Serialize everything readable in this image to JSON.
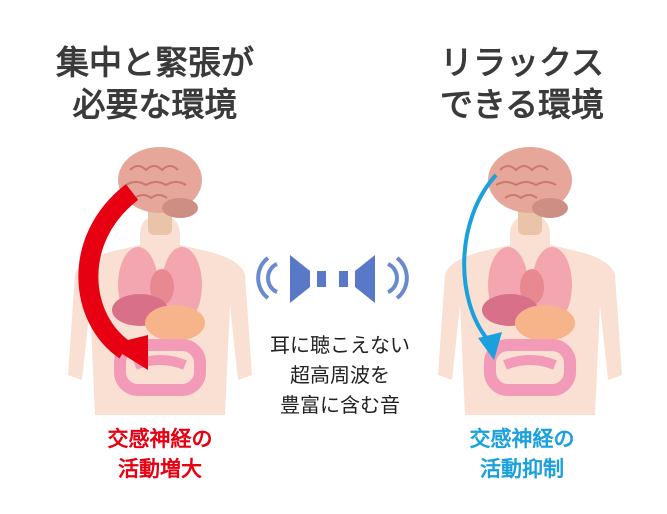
{
  "left": {
    "title_lines": [
      "集中と緊張が",
      "必要な環境"
    ],
    "label_lines": [
      "交感神経の",
      "活動増大"
    ],
    "color": "#e60012"
  },
  "right": {
    "title_lines": [
      "リラックス",
      "できる環境"
    ],
    "label_lines": [
      "交感神経の",
      "活動抑制"
    ],
    "color": "#1aa0dc"
  },
  "center": {
    "icon": "speaker-sound-waves-icon",
    "text_lines": [
      "耳に聴こえない",
      "超高周波を",
      "豊富に含む音"
    ],
    "icon_color": "#5a78c8"
  }
}
